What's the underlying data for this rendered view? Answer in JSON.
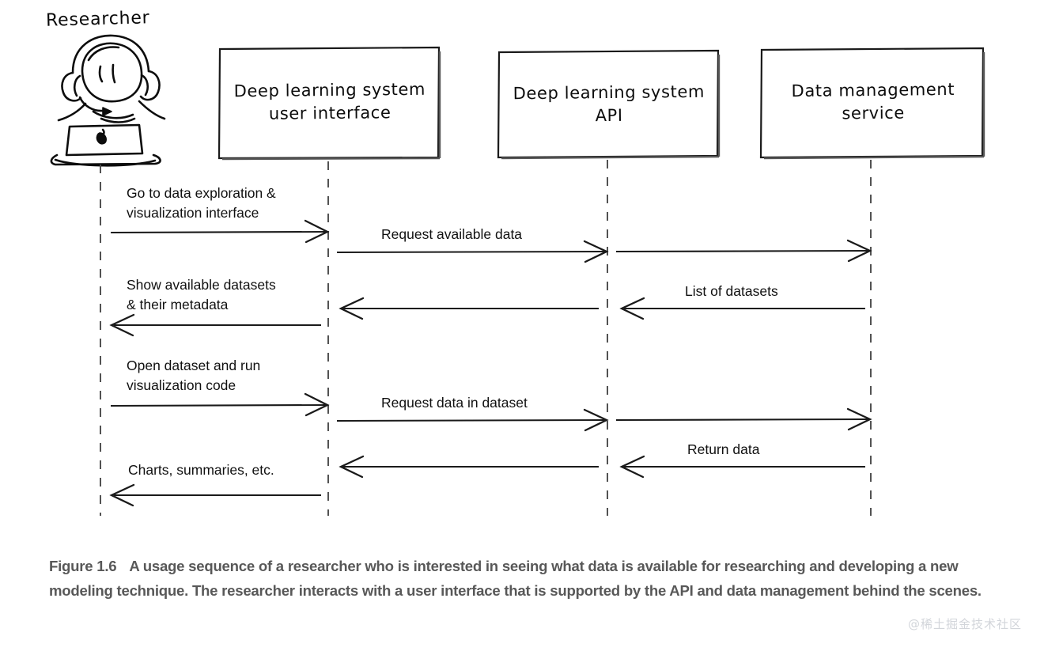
{
  "figure": {
    "actor": {
      "name": "Researcher",
      "icon": "researcher-with-headphones-at-laptop"
    },
    "participants": [
      {
        "id": "ui",
        "label": "Deep learning system\nuser interface"
      },
      {
        "id": "api",
        "label": "Deep learning system\nAPI"
      },
      {
        "id": "dms",
        "label": "Data management\nservice"
      }
    ],
    "messages": [
      {
        "id": "m1",
        "label": "Go to data exploration &\nvisualization interface",
        "from": "researcher",
        "to": "ui",
        "direction": "right"
      },
      {
        "id": "m2",
        "label": "Request available data",
        "from": "ui",
        "to": "api",
        "direction": "right"
      },
      {
        "id": "m3",
        "label": "",
        "from": "api",
        "to": "dms",
        "direction": "right"
      },
      {
        "id": "m4",
        "label": "List of datasets",
        "from": "dms",
        "to": "api",
        "direction": "left"
      },
      {
        "id": "m5",
        "label": "",
        "from": "api",
        "to": "ui",
        "direction": "left"
      },
      {
        "id": "m6",
        "label": "Show available datasets\n& their metadata",
        "from": "ui",
        "to": "researcher",
        "direction": "left"
      },
      {
        "id": "m7",
        "label": "Open dataset and run\nvisualization code",
        "from": "researcher",
        "to": "ui",
        "direction": "right"
      },
      {
        "id": "m8",
        "label": "Request data in dataset",
        "from": "ui",
        "to": "api",
        "direction": "right"
      },
      {
        "id": "m9",
        "label": "",
        "from": "api",
        "to": "dms",
        "direction": "right"
      },
      {
        "id": "m10",
        "label": "Return data",
        "from": "dms",
        "to": "api",
        "direction": "left"
      },
      {
        "id": "m11",
        "label": "",
        "from": "api",
        "to": "ui",
        "direction": "left"
      },
      {
        "id": "m12",
        "label": "Charts, summaries, etc.",
        "from": "ui",
        "to": "researcher",
        "direction": "left"
      }
    ]
  },
  "caption": {
    "figure_number": "Figure 1.6",
    "text": "A usage sequence of a researcher who is interested in seeing what data is available for researching and developing a new modeling technique. The researcher interacts with a user interface that is supported by the API and data management behind the scenes."
  },
  "watermark": {
    "text": "@稀土掘金技术社区"
  },
  "colors": {
    "ink": "#111111",
    "caption": "#585858",
    "watermark": "#d2d5da",
    "background": "#ffffff"
  }
}
